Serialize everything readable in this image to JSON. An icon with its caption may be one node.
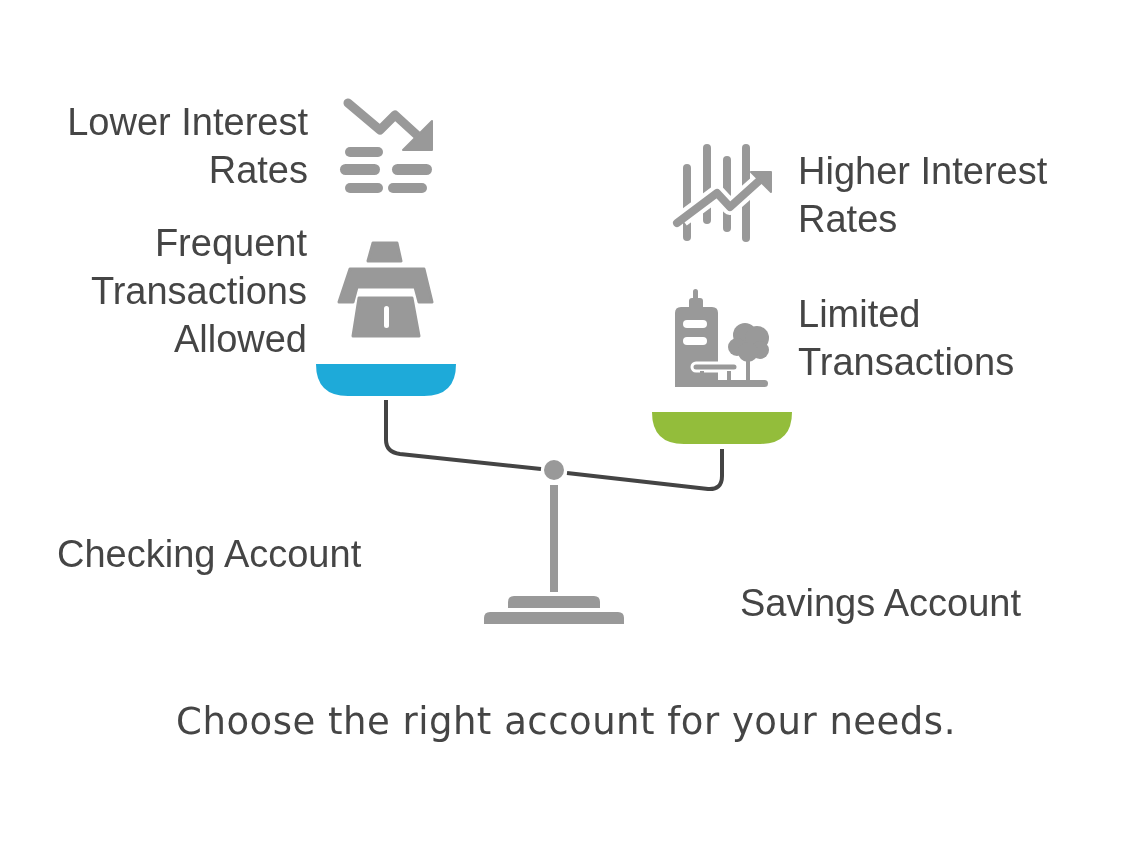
{
  "diagram": {
    "caption": "Choose the right account for your needs.",
    "labels": [
      "Lower Interest Rates",
      "Higher Interest Rates",
      "Frequent Transactions Allowed",
      "Limited Transactions",
      "Checking Account",
      "Savings Account"
    ]
  }
}
